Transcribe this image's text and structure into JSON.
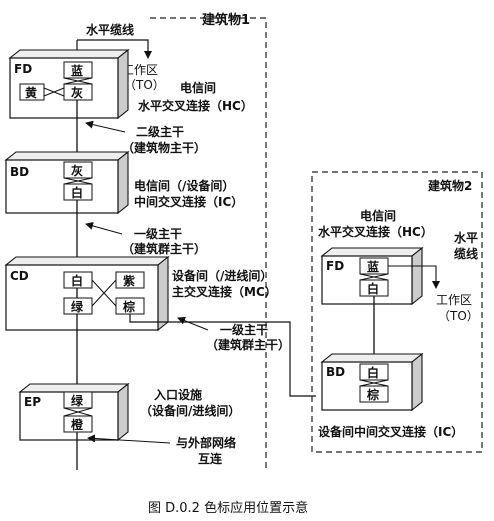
{
  "building1": {
    "title": "建筑物1"
  },
  "building2": {
    "title": "建筑物2"
  },
  "horizontal_cable": "水平缆线",
  "work_area": {
    "line1": "工作区",
    "line2": "（TO）"
  },
  "fd1": {
    "label": "FD",
    "blocks": [
      "蓝",
      "灰",
      "黄"
    ],
    "desc1": "电信间",
    "desc2": "水平交叉连接（HC）"
  },
  "backbone2": {
    "line1": "二级主干",
    "line2": "（建筑物主干）"
  },
  "bd1": {
    "label": "BD",
    "blocks": [
      "灰",
      "白"
    ],
    "desc1": "电信间（/设备间）",
    "desc2": "中间交叉连接（IC）"
  },
  "backbone1a": {
    "line1": "一级主干",
    "line2": "（建筑群主干）"
  },
  "cd": {
    "label": "CD",
    "blocks": [
      "白",
      "紫",
      "绿",
      "棕"
    ],
    "desc1": "设备间（/进线间）",
    "desc2": "主交叉连接（MC）"
  },
  "backbone1b": {
    "line1": "一级主干",
    "line2": "（建筑群主干）"
  },
  "ep": {
    "label": "EP",
    "blocks": [
      "绿",
      "橙"
    ],
    "desc1": "入口设施",
    "desc2": "（设备间/进线间）"
  },
  "external": {
    "line1": "与外部网络",
    "line2": "互连"
  },
  "b2_fd": {
    "label": "FD",
    "blocks": [
      "蓝",
      "白"
    ],
    "desc1": "电信间",
    "desc2": "水平交叉连接（HC）"
  },
  "b2_horizontal_cable": {
    "line1": "水平",
    "line2": "缆线"
  },
  "b2_work_area": {
    "line1": "工作区",
    "line2": "（TO）"
  },
  "b2_bd": {
    "label": "BD",
    "blocks": [
      "白",
      "棕"
    ]
  },
  "b2_ic_label": "设备间中间交叉连接（IC）",
  "caption": "图 D.0.2   色标应用位置示意"
}
